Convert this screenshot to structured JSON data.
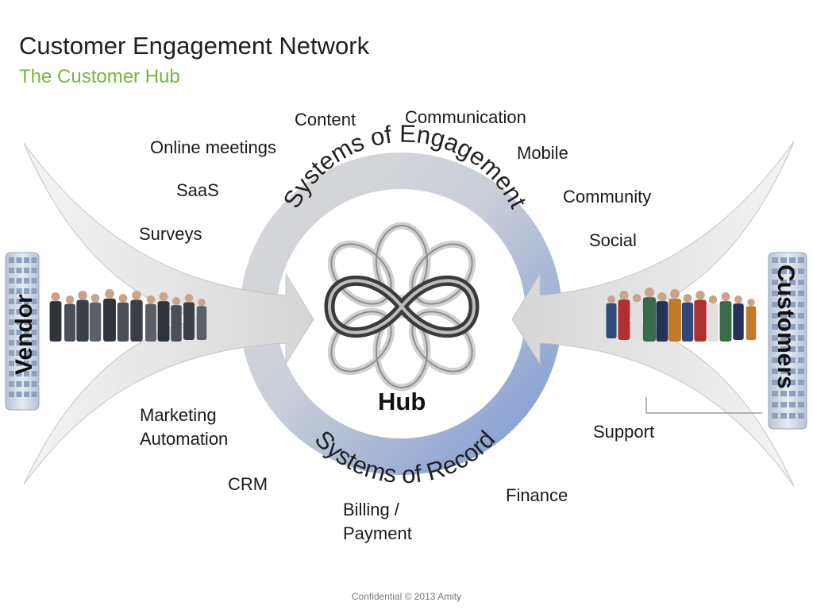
{
  "header": {
    "title": "Customer Engagement Network",
    "subtitle": "The Customer Hub"
  },
  "ring": {
    "top_label": "Systems of Engagement",
    "bottom_label": "Systems of Record",
    "center_label": "Hub"
  },
  "sides": {
    "left": "Vendor",
    "right": "Customers"
  },
  "engagement_items": {
    "content": "Content",
    "communication": "Communication",
    "online_meetings": "Online meetings",
    "mobile": "Mobile",
    "saas": "SaaS",
    "community": "Community",
    "surveys": "Surveys",
    "social": "Social"
  },
  "record_items": {
    "marketing_automation": "Marketing\nAutomation",
    "support": "Support",
    "crm": "CRM",
    "finance": "Finance",
    "billing_payment": "Billing /\nPayment"
  },
  "footer": "Confidential © 2013 Amity",
  "colors": {
    "title": "#1f1f1f",
    "subtitle": "#7ab53d",
    "ring_gray": "#cfcfcf",
    "ring_blue": "#8aa3d3",
    "arrow_gray": "#d9d9d9",
    "badge": "#c5d0e2"
  },
  "icons": {
    "hub": "infinity-knot-icon",
    "vendor_people": "crowd-icon",
    "customer_people": "crowd-icon"
  }
}
